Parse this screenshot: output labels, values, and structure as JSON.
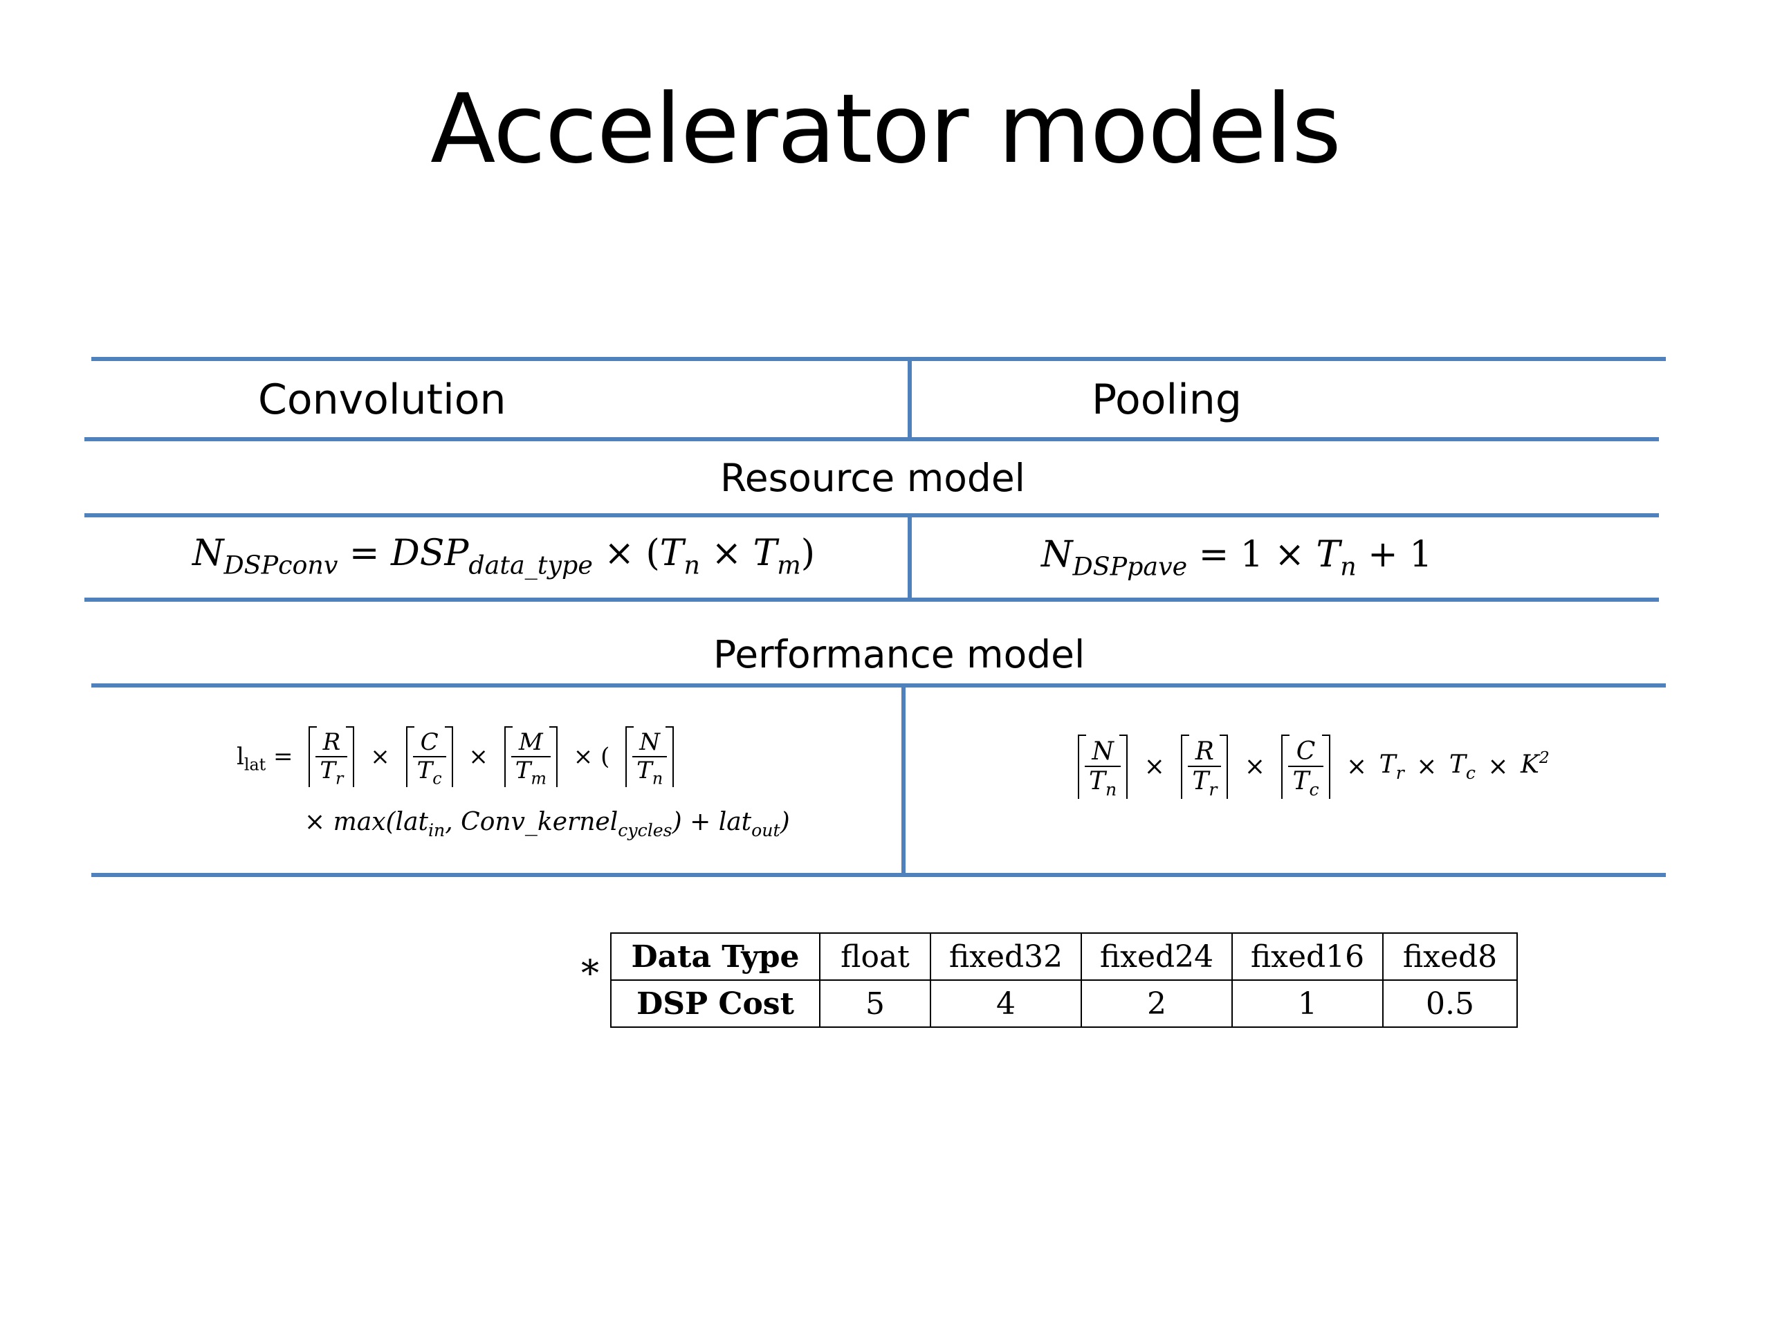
{
  "slide": {
    "title": "Accelerator models"
  },
  "table": {
    "columns": [
      "Convolution",
      "Pooling"
    ],
    "resource_section": "Resource model",
    "performance_section": "Performance model",
    "resource": {
      "conv_formula": "N_{DSPconv} = DSP_{data_type} × (T_n × T_m)",
      "pool_formula": "N_{DSPpave} = 1 × T_n + 1"
    },
    "performance": {
      "conv_formula_line1": "l_{lat} = ⌈R/T_r⌉ × ⌈C/T_c⌉ × ⌈M/T_m⌉ × (⌈N/T_n⌉",
      "conv_formula_line2": "× max(lat_{in}, Conv_kernel_{cycles}) + lat_{out})",
      "pool_formula": "⌈N/T_n⌉ × ⌈R/T_r⌉ × ⌈C/T_c⌉ × T_r × T_c × K^2"
    }
  },
  "footnote_marker": "*",
  "cost_table": {
    "header_label": "Data Type",
    "row_label": "DSP Cost",
    "types": [
      "float",
      "fixed32",
      "fixed24",
      "fixed16",
      "fixed8"
    ],
    "costs": [
      "5",
      "4",
      "2",
      "1",
      "0.5"
    ]
  },
  "colors": {
    "rule": "#4F81BD"
  }
}
